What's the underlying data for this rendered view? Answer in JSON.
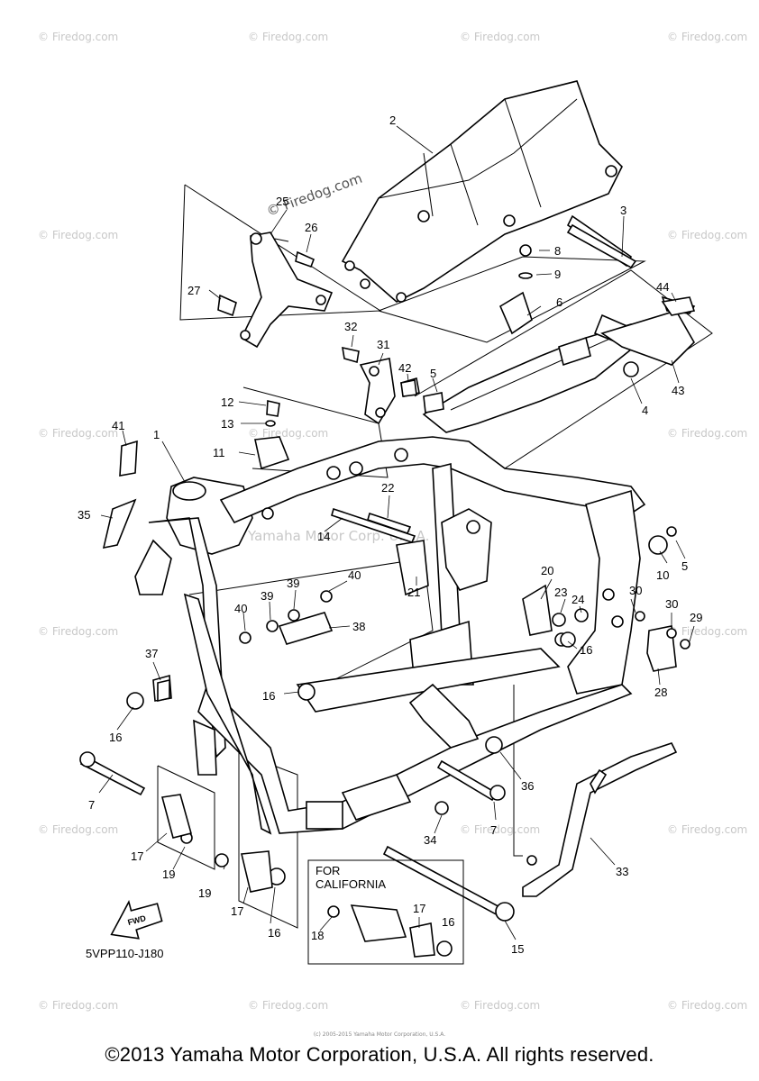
{
  "diagram": {
    "watermark_text": "© Firedog.com",
    "center_watermark": "Yamaha Motor Corp. U.S.A.",
    "california_box_title_line1": "FOR",
    "california_box_title_line2": "CALIFORNIA",
    "fwd_label": "FWD",
    "drawing_code": "5VPP110-J180",
    "callouts": [
      {
        "id": "c1",
        "label": "1"
      },
      {
        "id": "c2",
        "label": "2"
      },
      {
        "id": "c3",
        "label": "3"
      },
      {
        "id": "c4",
        "label": "4"
      },
      {
        "id": "c5a",
        "label": "5"
      },
      {
        "id": "c5b",
        "label": "5"
      },
      {
        "id": "c6",
        "label": "6"
      },
      {
        "id": "c7a",
        "label": "7"
      },
      {
        "id": "c7b",
        "label": "7"
      },
      {
        "id": "c8",
        "label": "8"
      },
      {
        "id": "c9",
        "label": "9"
      },
      {
        "id": "c10",
        "label": "10"
      },
      {
        "id": "c11",
        "label": "11"
      },
      {
        "id": "c12",
        "label": "12"
      },
      {
        "id": "c13",
        "label": "13"
      },
      {
        "id": "c14",
        "label": "14"
      },
      {
        "id": "c15",
        "label": "15"
      },
      {
        "id": "c16a",
        "label": "16"
      },
      {
        "id": "c16b",
        "label": "16"
      },
      {
        "id": "c16c",
        "label": "16"
      },
      {
        "id": "c16d",
        "label": "16"
      },
      {
        "id": "c16e",
        "label": "16"
      },
      {
        "id": "c17a",
        "label": "17"
      },
      {
        "id": "c17b",
        "label": "17"
      },
      {
        "id": "c17c",
        "label": "17"
      },
      {
        "id": "c18",
        "label": "18"
      },
      {
        "id": "c19a",
        "label": "19"
      },
      {
        "id": "c19b",
        "label": "19"
      },
      {
        "id": "c20",
        "label": "20"
      },
      {
        "id": "c21",
        "label": "21"
      },
      {
        "id": "c22",
        "label": "22"
      },
      {
        "id": "c23",
        "label": "23"
      },
      {
        "id": "c24",
        "label": "24"
      },
      {
        "id": "c25",
        "label": "25"
      },
      {
        "id": "c26",
        "label": "26"
      },
      {
        "id": "c27",
        "label": "27"
      },
      {
        "id": "c28",
        "label": "28"
      },
      {
        "id": "c29",
        "label": "29"
      },
      {
        "id": "c30a",
        "label": "30"
      },
      {
        "id": "c30b",
        "label": "30"
      },
      {
        "id": "c31",
        "label": "31"
      },
      {
        "id": "c32",
        "label": "32"
      },
      {
        "id": "c33",
        "label": "33"
      },
      {
        "id": "c34",
        "label": "34"
      },
      {
        "id": "c35",
        "label": "35"
      },
      {
        "id": "c36",
        "label": "36"
      },
      {
        "id": "c37",
        "label": "37"
      },
      {
        "id": "c38",
        "label": "38"
      },
      {
        "id": "c39a",
        "label": "39"
      },
      {
        "id": "c39b",
        "label": "39"
      },
      {
        "id": "c40a",
        "label": "40"
      },
      {
        "id": "c40b",
        "label": "40"
      },
      {
        "id": "c41",
        "label": "41"
      },
      {
        "id": "c42",
        "label": "42"
      },
      {
        "id": "c43",
        "label": "43"
      },
      {
        "id": "c44",
        "label": "44"
      }
    ]
  },
  "footer": {
    "copyright": "©2013 Yamaha Motor Corporation, U.S.A. All rights reserved.",
    "tiny_credit": "(c) 2005-2015 Yamaha Motor Corporation, U.S.A."
  }
}
